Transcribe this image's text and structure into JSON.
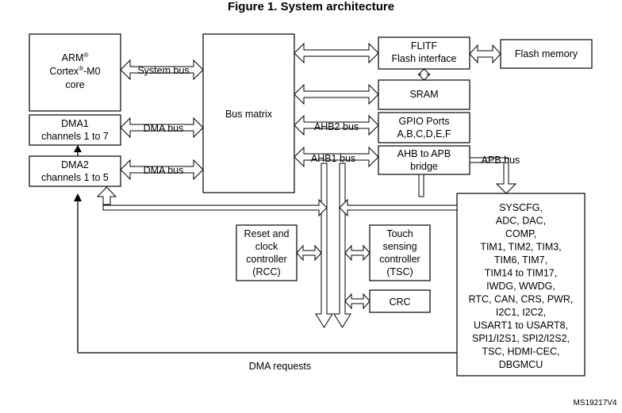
{
  "figure": {
    "title": "Figure 1. System architecture",
    "ref": "MS19217V4"
  },
  "blocks": {
    "cpu": {
      "line1": "ARM",
      "sup1": "®",
      "line2a": "Cortex",
      "sup2": "®",
      "line2b": "-M0",
      "line3": "core"
    },
    "dma1": {
      "line1": "DMA1",
      "line2": "channels 1 to 7"
    },
    "dma2": {
      "line1": "DMA2",
      "line2": "channels 1 to 5"
    },
    "bus_matrix": "Bus matrix",
    "flitf": {
      "line1": "FLITF",
      "line2": "Flash interface"
    },
    "flash": "Flash memory",
    "sram": "SRAM",
    "gpio": {
      "line1": "GPIO Ports",
      "line2": "A,B,C,D,E,F"
    },
    "bridge": {
      "line1": "AHB to APB",
      "line2": "bridge"
    },
    "rcc": {
      "line1": "Reset and",
      "line2": "clock",
      "line3": "controller",
      "line4": "(RCC)"
    },
    "tsc": {
      "line1": "Touch",
      "line2": "sensing",
      "line3": "controller",
      "line4": "(TSC)"
    },
    "crc": "CRC",
    "peripherals": [
      "SYSCFG,",
      "ADC, DAC,",
      "COMP,",
      "TIM1, TIM2, TIM3,",
      "TIM6, TIM7,",
      "TIM14 to TIM17,",
      "IWDG, WWDG,",
      "RTC, CAN, CRS, PWR,",
      "I2C1, I2C2,",
      "USART1 to USART8,",
      "SPI1/I2S1, SPI2/I2S2,",
      "TSC, HDMI-CEC,",
      "DBGMCU"
    ]
  },
  "buses": {
    "system": "System bus",
    "dma1": "DMA bus",
    "dma2": "DMA bus",
    "ahb2": "AHB2 bus",
    "ahb1": "AHB1 bus",
    "apb": "APB bus",
    "dma_requests": "DMA requests"
  }
}
